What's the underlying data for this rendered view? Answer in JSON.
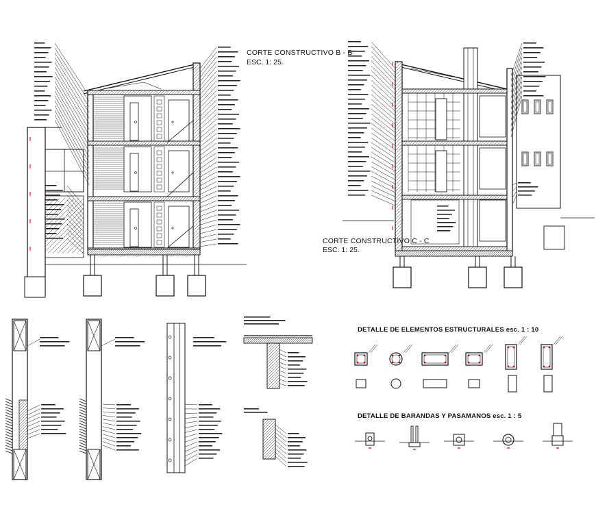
{
  "sections": {
    "bb": {
      "title": "CORTE CONSTRUCTIVO B - B",
      "scale": "ESC. 1: 25."
    },
    "cc": {
      "title": "CORTE CONSTRUCTIVO C - C",
      "scale": "ESC. 1: 25."
    }
  },
  "details": {
    "structural": {
      "title": "DETALLE DE ELEMENTOS ESTRUCTURALES esc. 1 : 10"
    },
    "railings": {
      "title": "DETALLE DE BARANDAS Y PASAMANOS esc. 1 : 5"
    }
  },
  "colors": {
    "line": "#111111",
    "hatch": "#333333",
    "dimension": "#cc0000"
  }
}
